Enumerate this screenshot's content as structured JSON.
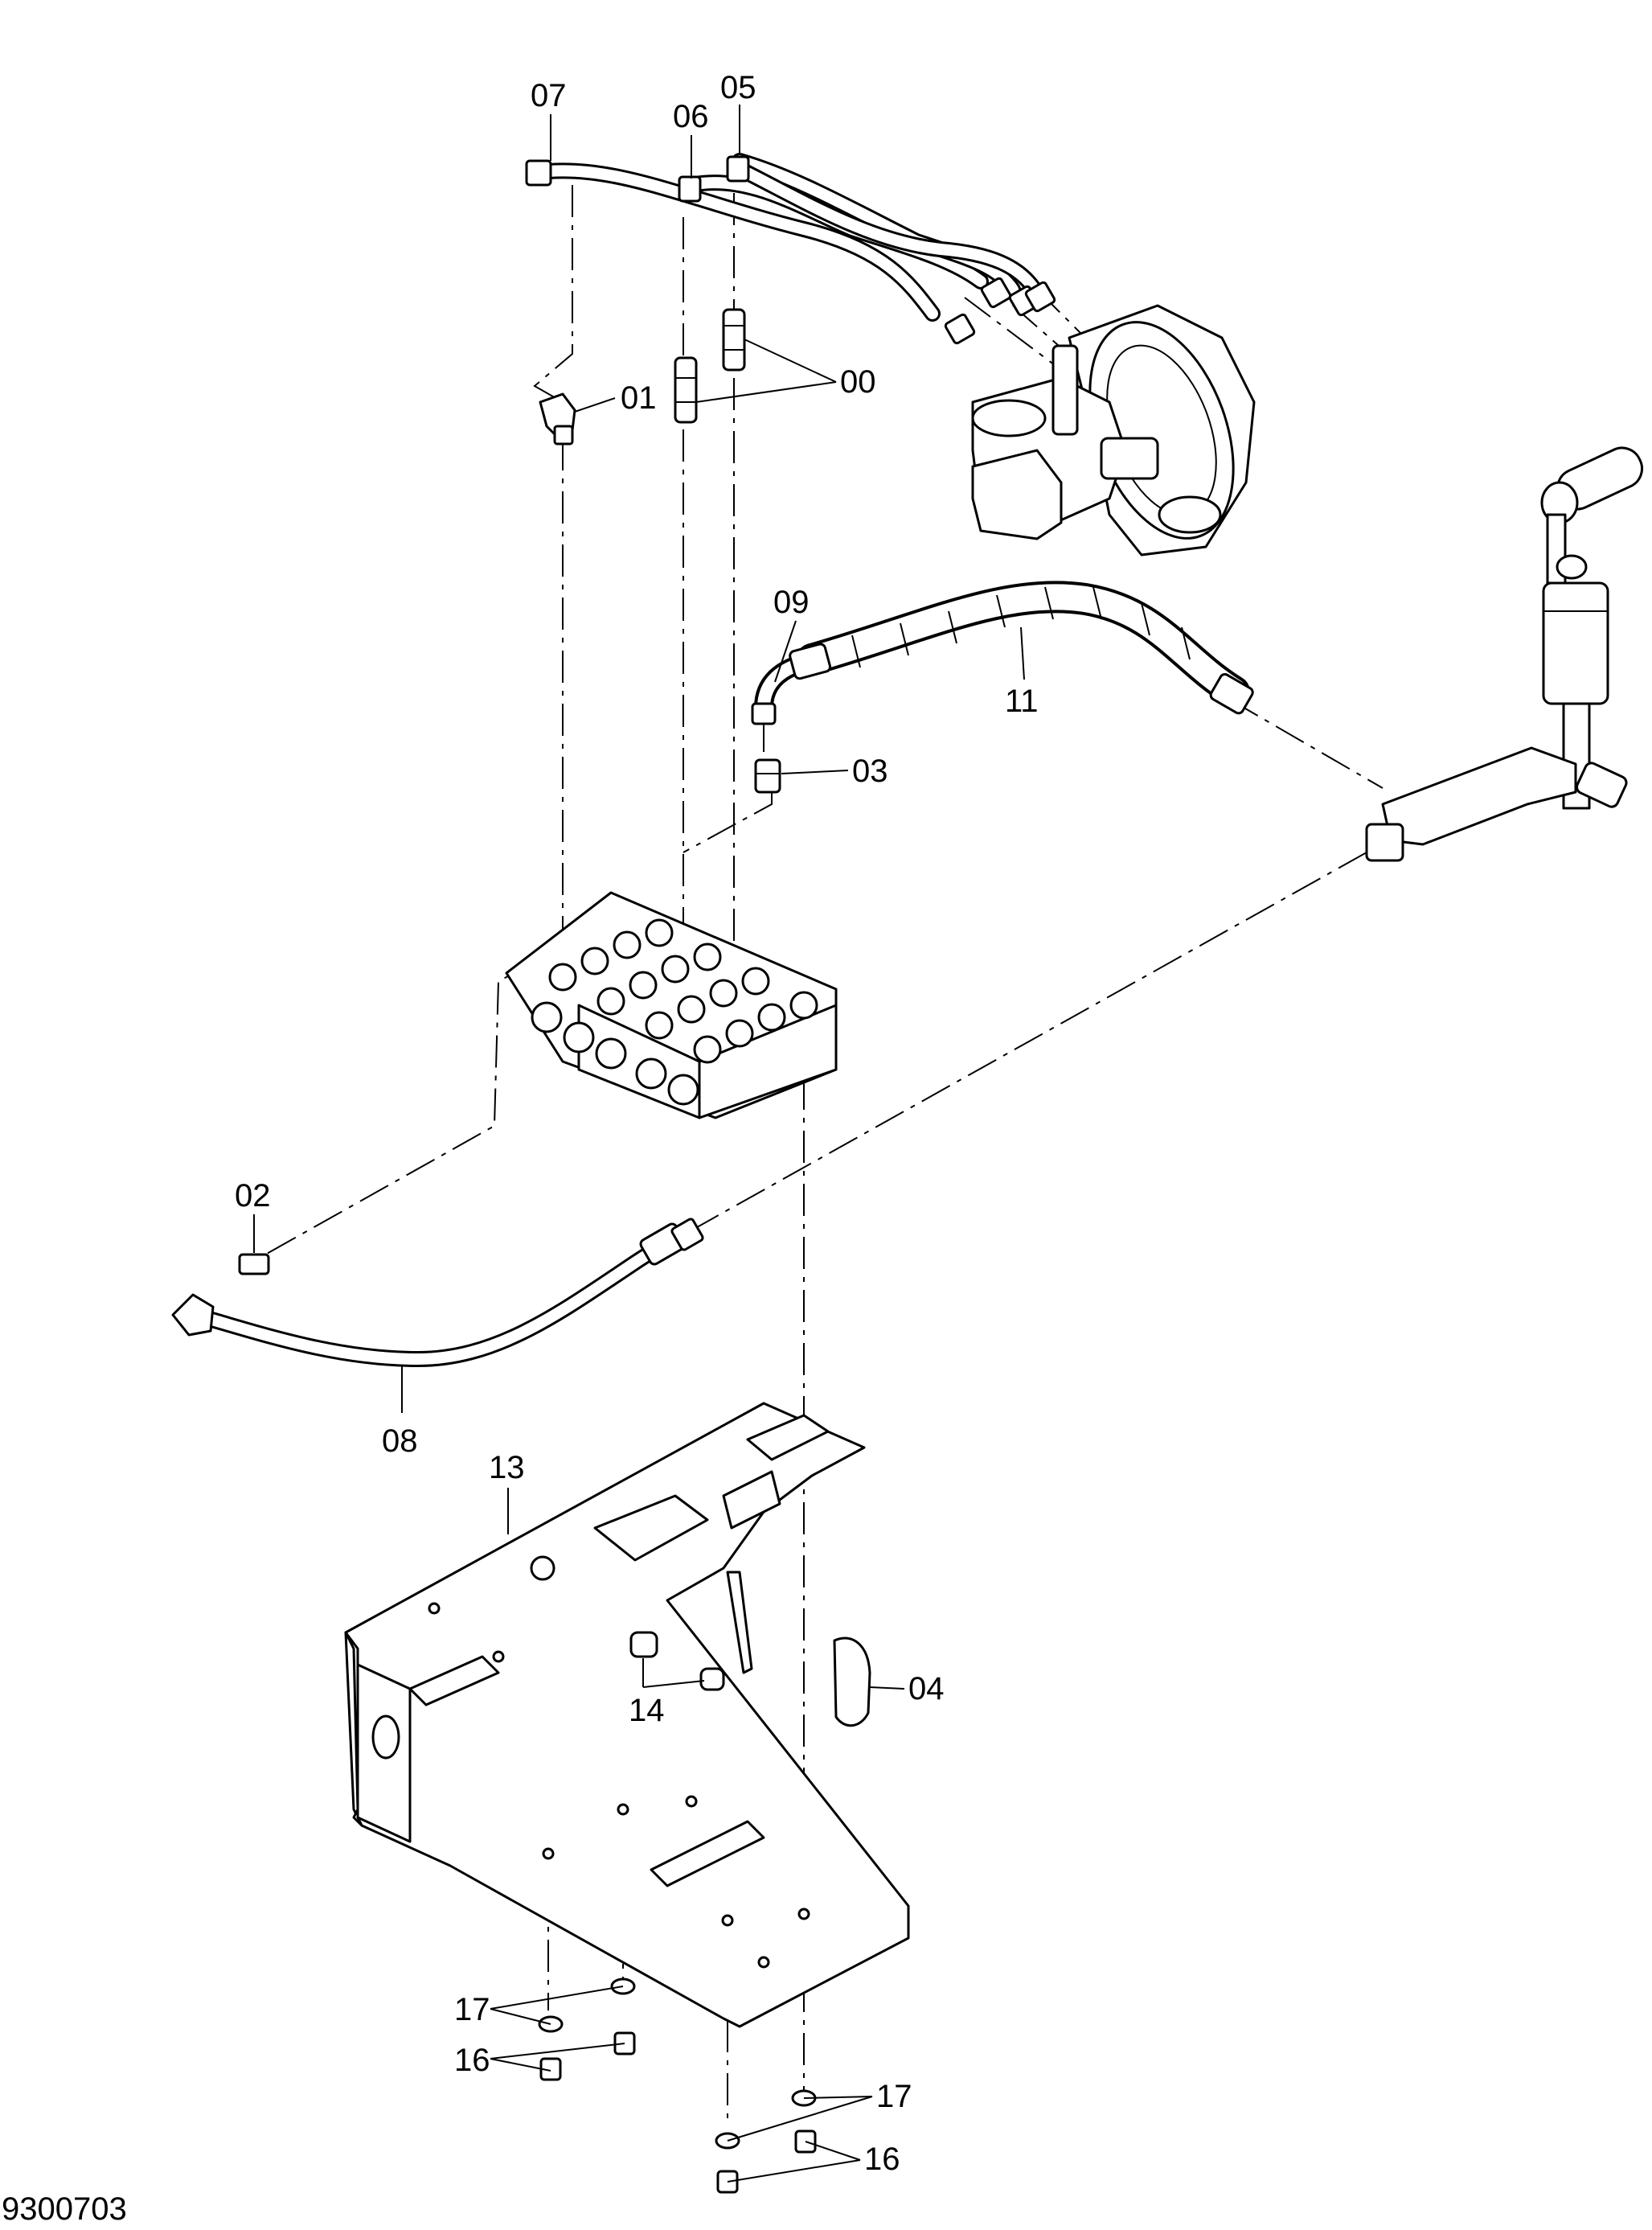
{
  "drawing": {
    "document_number": "9300703",
    "callouts": {
      "p00": "00",
      "p01": "01",
      "p02": "02",
      "p03": "03",
      "p04": "04",
      "p05": "05",
      "p06": "06",
      "p07": "07",
      "p08": "08",
      "p09": "09",
      "p11": "11",
      "p13": "13",
      "p14": "14",
      "p16a": "16",
      "p16b": "16",
      "p17a": "17",
      "p17b": "17"
    }
  }
}
